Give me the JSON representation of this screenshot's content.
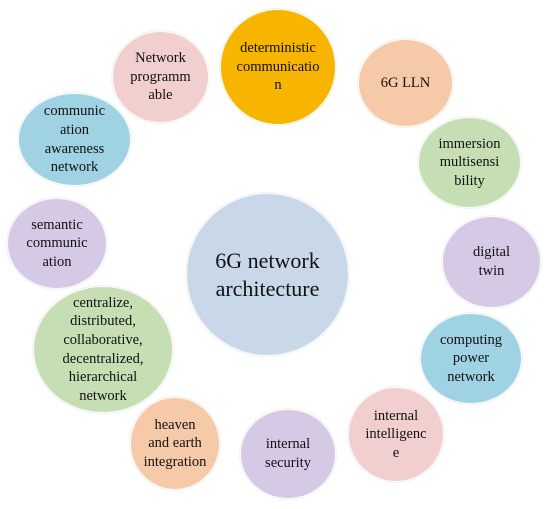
{
  "center": {
    "label": "6G network\narchitecture",
    "color": "#c9d8e8"
  },
  "nodes": {
    "deterministic": {
      "label": "deterministic\ncommunicatio\nn",
      "color": "#f7b500"
    },
    "llm": {
      "label": "6G LLN",
      "color": "#f6c9a9"
    },
    "immersion": {
      "label": "immersion\nmultisensi\nbility",
      "color": "#c5deb4"
    },
    "twin": {
      "label": "digital\ntwin",
      "color": "#d6c9e6"
    },
    "computing": {
      "label": "computing\npower\nnetwork",
      "color": "#9fd2e2"
    },
    "intelligence": {
      "label": "internal\nintelligenc\ne",
      "color": "#f1cfcf"
    },
    "security": {
      "label": "internal\nsecurity",
      "color": "#d6c9e6"
    },
    "heaven": {
      "label": "heaven\nand earth\nintegration",
      "color": "#f6c9a9"
    },
    "centralize": {
      "label": "centralize,\ndistributed,\ncollaborative,\ndecentralized,\nhierarchical\nnetwork",
      "color": "#c5deb4"
    },
    "semantic": {
      "label": "semantic\ncommunic\nation",
      "color": "#d6c9e6"
    },
    "awareness": {
      "label": "communic\nation\nawareness\nnetwork",
      "color": "#9fd2e2"
    },
    "programmable": {
      "label": "Network\nprogramm\nable",
      "color": "#f1cfcf"
    }
  }
}
